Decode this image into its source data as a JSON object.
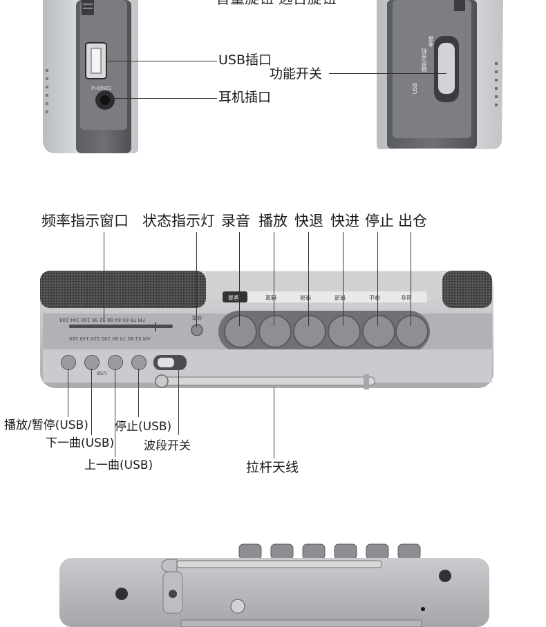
{
  "section1": {
    "top_cut_text": "音量旋钮 选台旋钮",
    "usb_port_label": "USB插口",
    "headphone_label": "耳机插口",
    "function_switch_label": "功能开关",
    "phones_print": "PHONES",
    "switch_print_left": "USB",
    "switch_print_mid": "磁带/关机",
    "switch_print_right": "收音"
  },
  "section2": {
    "labels": {
      "freq_window": "频率指示窗口",
      "status_light": "状态指示灯",
      "record": "录音",
      "play": "播放",
      "rewind": "快退",
      "fast_forward": "快进",
      "stop": "停止",
      "eject": "出仓",
      "play_pause_usb": "播放/暂停(USB)",
      "next_track_usb": "下一曲(USB)",
      "prev_track_usb": "上一曲(USB)",
      "stop_usb": "停止(USB)",
      "band_switch": "波段开关",
      "antenna": "拉杆天线"
    },
    "button_strip_print": [
      "录音",
      "播放",
      "快退",
      "快进",
      "停止",
      "出仓"
    ],
    "fm_scale": "FM 76 80 84 88 92 96 100 104 108",
    "am_scale": "AM 53 60 70 80 100 120 140 160",
    "usb_print": "USB",
    "indicator_print": "状态"
  },
  "colors": {
    "body_silver": "#c4c6c9",
    "dark_panel": "#4a4c50",
    "button_gray": "#8e9094",
    "line": "#333333"
  }
}
